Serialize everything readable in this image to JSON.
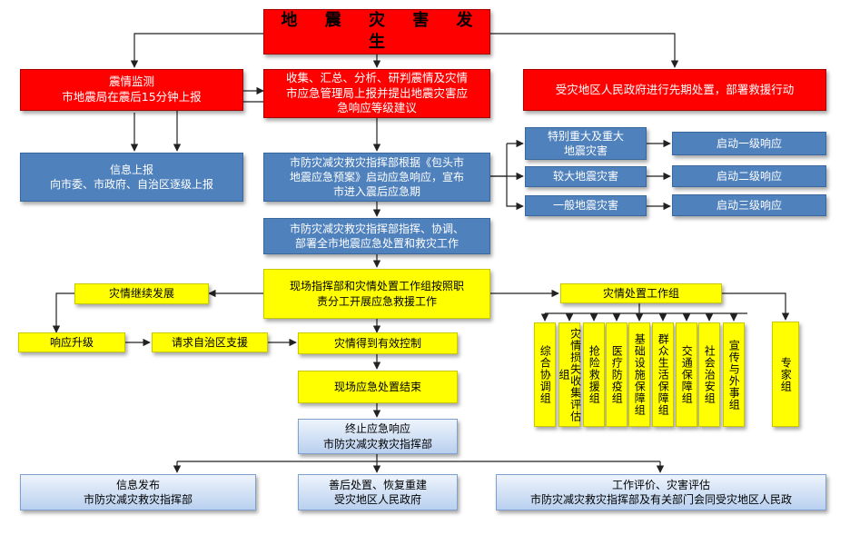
{
  "title": "地 震 灾 害 发 生",
  "monitor": "震情监测\n市地震局在震后15分钟上报",
  "collect": "收集、汇总、分析、研判震情及灾情\n市应急管理局上报并提出地震灾害应\n急响应等级建议",
  "local_gov": "受灾地区人民政府进行先期处置，部署救援行动",
  "info_report": "信息上报\n向市委、市政府、自治区逐级上报",
  "launch": "市防灾减灾救灾指挥部根据《包头市\n地震应急预案》启动应急响应，宣布\n市进入震后应急期",
  "deploy": "市防灾减灾救灾指挥部指挥、协调、\n部署全市地震应急处置和救灾工作",
  "levels": [
    {
      "disaster": "特别重大及重大\n地震灾害",
      "response": "启动一级响应"
    },
    {
      "disaster": "较大地震灾害",
      "response": "启动二级响应"
    },
    {
      "disaster": "一般地震灾害",
      "response": "启动三级响应"
    }
  ],
  "field_command": "现场指挥部和灾情处置工作组按照职\n责分工开展应急救援工作",
  "continue": "灾情继续发展",
  "upgrade": "响应升级",
  "request_support": "请求自治区支援",
  "controlled": "灾情得到有效控制",
  "field_end": "现场应急处置结束",
  "terminate": "终止应急响应\n市防灾减灾救灾指挥部",
  "workgroups_label": "灾情处置工作组",
  "workgroups": [
    "综合协调组",
    "灾情损失收集评估组",
    "抢险救援组",
    "医疗防疫组",
    "基础设施保障组",
    "群众生活保障组",
    "交通保障组",
    "社会治安组",
    "宣传与外事组"
  ],
  "expert": "专家组",
  "outputs": [
    "信息发布\n市防灾减灾救灾指挥部",
    "善后处置、恢复重建\n受灾地区人民政府",
    "工作评价、灾害评估\n市防灾减灾救灾指挥部及有关部门会同受灾地区人民政"
  ],
  "colors": {
    "red": "#ff0000",
    "blue": "#4f81bd",
    "yellow": "#ffff00",
    "light_blue": "#b9d0ef",
    "line": "#222222"
  }
}
